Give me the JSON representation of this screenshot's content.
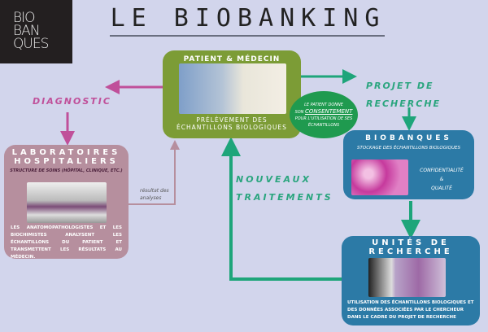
{
  "logo": {
    "lines": [
      "BIO",
      "BAN",
      "QUES"
    ]
  },
  "title": "LE BIOBANKING",
  "patient": {
    "title": "PATIENT & MÉDECIN",
    "caption_1": "PRÉLÈVEMENT DES",
    "caption_2": "ÉCHANTILLONS BIOLOGIQUES"
  },
  "consent": {
    "line1": "LE PATIENT DONNE",
    "line2_prefix": "SON ",
    "keyword": "CONSENTEMENT",
    "line3": "POUR L'UTILISATION DE SES",
    "line4": "ÉCHANTILLONS"
  },
  "diagnostic": "DIAGNOSTIC",
  "projet": {
    "line1": "PROJET DE",
    "line2": "RECHERCHE"
  },
  "lab": {
    "title_1": "LABORATOIRES",
    "title_2": "HOSPITALIERS",
    "subtitle": "Structure de soins (hôpital, clinique, etc.)",
    "text": "Les anatomopathologistes et les biochimistes analysent les échantillons du patient et transmettent les résultats au médecin."
  },
  "resultat": {
    "line1": "résultat des",
    "line2": "analyses"
  },
  "nouveaux": {
    "line1": "NOUVEAUX",
    "line2": "TRAITEMENTS"
  },
  "biobanques": {
    "title": "BIOBANQUES",
    "subtitle": "Stockage des échantillons biologiques",
    "c1": "Confidentialité",
    "c2": "&",
    "c3": "Qualité"
  },
  "unites": {
    "title_1": "UNITÉS DE",
    "title_2": "RECHERCHE",
    "text": "Utilisation des échantillons biologiques et des données associées par le chercheur dans le cadre du projet de recherche"
  },
  "colors": {
    "background": "#d2d5ec",
    "green": "#7c9c36",
    "pink": "#c0509a",
    "teal": "#2aa57e",
    "blue": "#2c7aa6",
    "mauve": "#b68f9e"
  }
}
